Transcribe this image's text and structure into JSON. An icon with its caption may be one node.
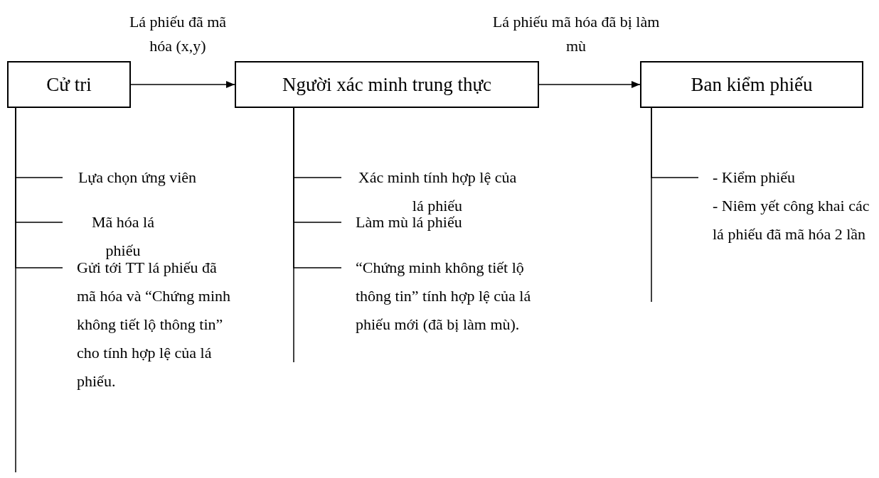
{
  "diagram": {
    "nodes": [
      {
        "text": [
          "Cử tri"
        ]
      },
      {
        "text": [
          "Người xác minh trung thực"
        ]
      },
      {
        "text": [
          "Ban kiểm phiếu"
        ]
      },
      {
        "text": [
          "Lựa chọn ứng viên"
        ]
      },
      {
        "text": [
          "Mã hóa lá phiếu"
        ]
      },
      {
        "text": [
          "Gửi tới TT lá phiếu đã mã hóa và “Chứng minh không tiết lộ thông tin” cho tính hợp lệ của lá phiếu."
        ]
      },
      {
        "text": [
          "Xác minh tính hợp lệ của lá phiếu"
        ]
      },
      {
        "text": [
          "Làm mù lá phiếu"
        ]
      },
      {
        "text": [
          "“Chứng minh không tiết lộ thông tin” tính hợp lệ của lá phiếu mới (đã bị làm mù)."
        ]
      },
      {
        "text": [
          "- Kiểm phiếu",
          "- Niêm yết công khai các lá phiếu đã mã hóa 2 lần"
        ]
      }
    ],
    "edges": [
      {
        "from": 0,
        "to": 1,
        "arrow": "to",
        "label": "Lá phiếu đã mã hóa (x,y)"
      },
      {
        "from": 1,
        "to": 2,
        "arrow": "to",
        "label": "Lá phiếu mã hóa đã bị làm mù"
      },
      {
        "from": 0,
        "to": 3,
        "arrow": "none"
      },
      {
        "from": 0,
        "to": 4,
        "arrow": "none"
      },
      {
        "from": 0,
        "to": 5,
        "arrow": "none"
      },
      {
        "from": 1,
        "to": 6,
        "arrow": "none"
      },
      {
        "from": 1,
        "to": 7,
        "arrow": "none"
      },
      {
        "from": 1,
        "to": 8,
        "arrow": "none"
      },
      {
        "from": 2,
        "to": 9,
        "arrow": "none"
      }
    ]
  }
}
